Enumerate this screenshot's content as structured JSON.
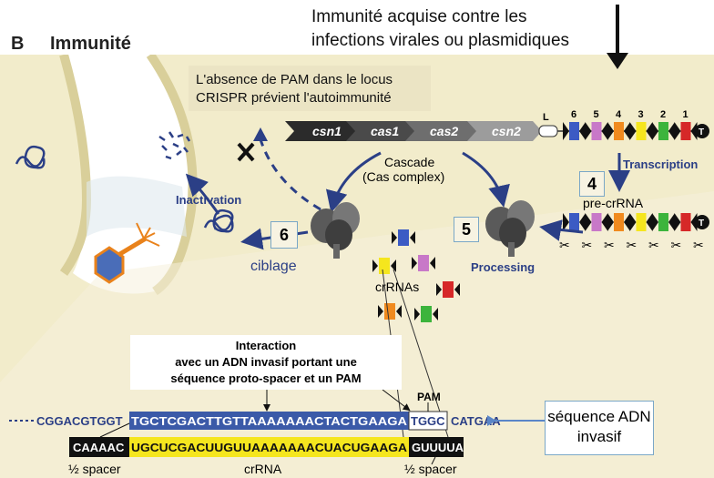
{
  "panel_letter": "B",
  "panel_title": "Immunité",
  "header_text": {
    "line1": "Immunité acquise contre les",
    "line2": "infections virales ou plasmidiques"
  },
  "pam_note": {
    "line1": "L'absence de PAM dans le locus",
    "line2": "CRISPR prévient l'autoimmunité"
  },
  "genes": [
    "csn1",
    "cas1",
    "cas2",
    "csn2"
  ],
  "leader_label": "L",
  "spacer_numbers": [
    "6",
    "5",
    "4",
    "3",
    "2",
    "1"
  ],
  "terminal_label": "T",
  "cascade_label": {
    "line1": "Cascade",
    "line2": "(Cas complex)"
  },
  "transcription_label": "Transcription",
  "pre_crrna_label": "pre-crRNA",
  "inactivation_label": "Inactivation",
  "processing_label": "Processing",
  "ciblage_label": "ciblage",
  "crrnas_label": "crRNAs",
  "step_numbers": {
    "transcription": "4",
    "processing": "5",
    "targeting": "6"
  },
  "interaction_text": {
    "line1": "Interaction",
    "line2": "avec un ADN invasif portant une",
    "line3": "séquence proto-spacer et un PAM"
  },
  "pam_label": "PAM",
  "dna_sequence": {
    "left": "CGGACGTGGT",
    "protospacer": "TGCTCGACTTGTTAAAAAAACTACTGAAGA",
    "pam_part": "TGGC",
    "right": "CATGAA"
  },
  "rna_sequence": {
    "left": "CAAAAC",
    "spacer": "UGCUCGACUUGUUAAAAAAACUACUGAAGA",
    "right": "GUUUUA"
  },
  "invasive_dna_box": {
    "line1": "séquence ADN",
    "line2": "invasif"
  },
  "half_spacer_label": "½ spacer",
  "crrna_label": "crRNA",
  "colors": {
    "cytoplasm": "#f2eccb",
    "membrane": "#d9cf9a",
    "cell_wall_gap": "#c5d4de",
    "arrow_blue": "#2b3f86",
    "csn1": "#2b2b2b",
    "cas1": "#4a4a4a",
    "cas2": "#6e6e6e",
    "csn2": "#9c9c9c",
    "spacer_colors": [
      "#3c5bc4",
      "#c878c8",
      "#f08a1e",
      "#f5e61e",
      "#3cb43c",
      "#d62828"
    ],
    "dna_highlight": "#3b5aa8",
    "rna_highlight": "#f5e61e",
    "note_box": "#ebe4c4",
    "step_box_border": "#7aa7c7"
  }
}
